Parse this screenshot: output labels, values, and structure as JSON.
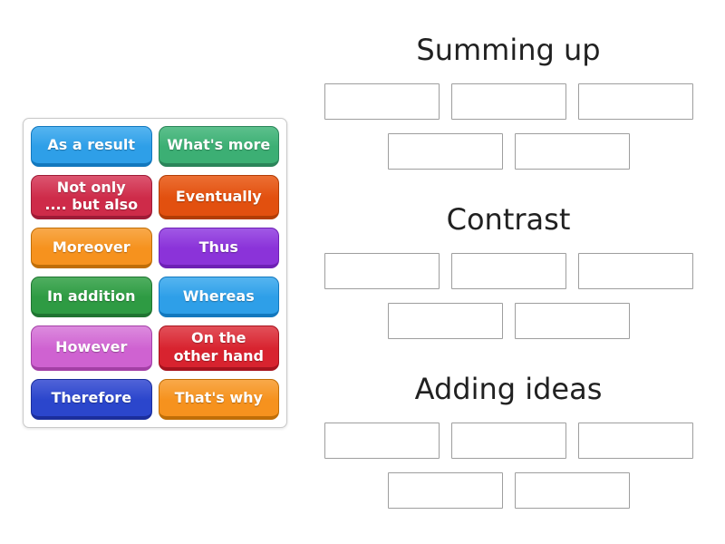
{
  "activity": {
    "kind": "group-sort drag and drop"
  },
  "tiles": [
    {
      "label": "As a result",
      "color": "#2E9FE8",
      "color_light": "#55B5F0",
      "color_dark": "#1278BE"
    },
    {
      "label": "What's more",
      "color": "#3CAF74",
      "color_light": "#5CC08C",
      "color_dark": "#2B855A"
    },
    {
      "label": "Not only\n.... but also",
      "color": "#CE2B49",
      "color_light": "#DC5570",
      "color_dark": "#9E1B36"
    },
    {
      "label": "Eventually",
      "color": "#E2500F",
      "color_light": "#EC6F33",
      "color_dark": "#B23D05"
    },
    {
      "label": "Moreover",
      "color": "#F6921E",
      "color_light": "#F8A94A",
      "color_dark": "#C06E07"
    },
    {
      "label": "Thus",
      "color": "#8B33D9",
      "color_light": "#A158E5",
      "color_dark": "#6E20B5"
    },
    {
      "label": "In addition",
      "color": "#2E9B43",
      "color_light": "#4FAE60",
      "color_dark": "#1F7431"
    },
    {
      "label": "Whereas",
      "color": "#2E9FE8",
      "color_light": "#55B5F0",
      "color_dark": "#1278BE"
    },
    {
      "label": "However",
      "color": "#CF62D1",
      "color_light": "#DC8BDE",
      "color_dark": "#A440A6"
    },
    {
      "label": "On the\nother hand",
      "color": "#D8232F",
      "color_light": "#E25059",
      "color_dark": "#A6131E"
    },
    {
      "label": "Therefore",
      "color": "#2B46CC",
      "color_light": "#5063D8",
      "color_dark": "#1B2E9C"
    },
    {
      "label": "That's why",
      "color": "#F6921E",
      "color_light": "#F8A94A",
      "color_dark": "#C06E07"
    }
  ],
  "groups": [
    {
      "title": "Summing up",
      "slot_count": 5
    },
    {
      "title": "Contrast",
      "slot_count": 5
    },
    {
      "title": "Adding ideas",
      "slot_count": 5
    }
  ],
  "theme": {
    "heading_color": "#212121",
    "slot_border_color": "#9E9E9E",
    "panel_border_color": "#C9C9C9",
    "background": "#FFFFFF",
    "tile_text_color": "#FFFFFF"
  }
}
